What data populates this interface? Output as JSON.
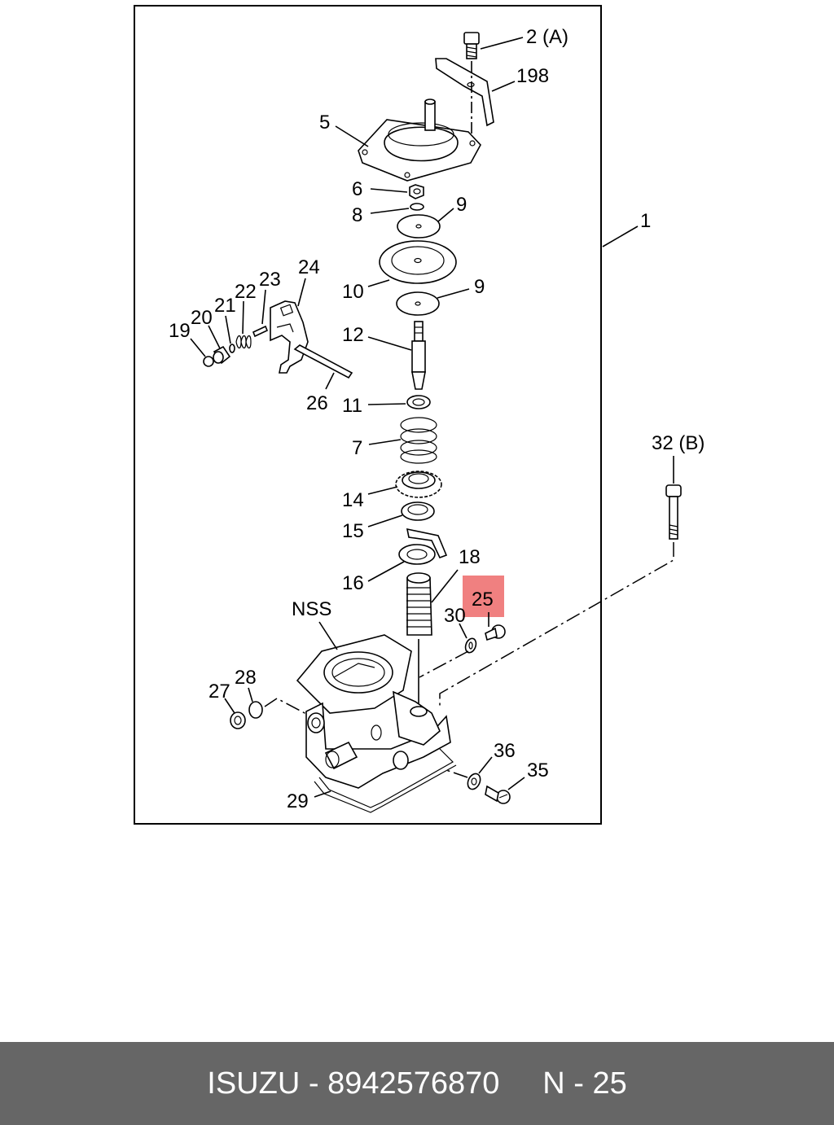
{
  "diagram": {
    "labels": {
      "p1": "1",
      "p2a": "2 (A)",
      "p198": "198",
      "p5": "5",
      "p6": "6",
      "p8": "8",
      "p9a": "9",
      "p10": "10",
      "p9b": "9",
      "p12": "12",
      "p11": "11",
      "p7": "7",
      "p14": "14",
      "p15": "15",
      "p16": "16",
      "p18": "18",
      "p19": "19",
      "p20": "20",
      "p21": "21",
      "p22": "22",
      "p23": "23",
      "p24": "24",
      "p26": "26",
      "p32b": "32 (B)",
      "p25": "25",
      "p30": "30",
      "nss": "NSS",
      "p27": "27",
      "p28": "28",
      "p36": "36",
      "p35": "35",
      "p29": "29"
    },
    "highlight_color": "#f08080"
  },
  "footer": {
    "brand": "ISUZU",
    "sep1": " - ",
    "part_number": "8942576870",
    "gap": "     ",
    "ref_prefix": "N",
    "sep2": " - ",
    "ref_number": "25"
  }
}
